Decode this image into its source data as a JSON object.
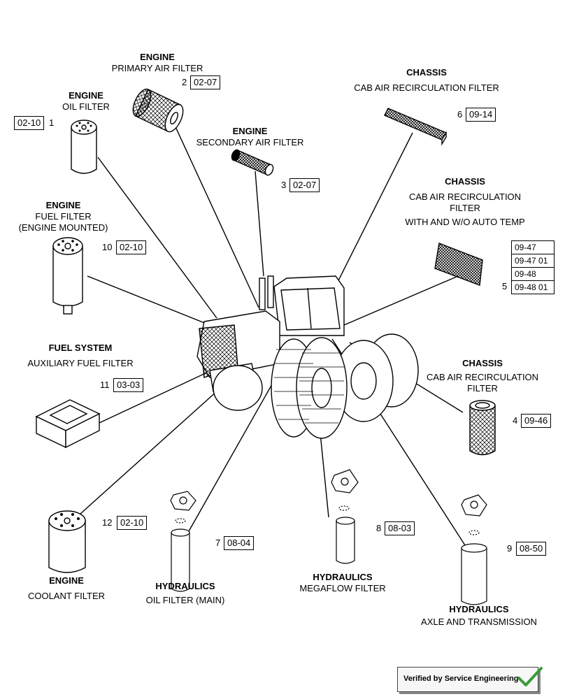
{
  "labels": {
    "engine_oil": {
      "category": "ENGINE",
      "lines": [
        "OIL FILTER"
      ]
    },
    "engine_primary": {
      "category": "ENGINE",
      "lines": [
        "PRIMARY AIR FILTER"
      ]
    },
    "engine_secondary": {
      "category": "ENGINE",
      "lines": [
        "SECONDARY AIR FILTER"
      ]
    },
    "chassis_cab_top": {
      "category": "CHASSIS",
      "lines": [
        "CAB AIR RECIRCULATION FILTER"
      ]
    },
    "chassis_cab_auto": {
      "category": "CHASSIS",
      "lines": [
        "CAB AIR RECIRCULATION",
        "FILTER",
        "WITH AND  W/O AUTO TEMP"
      ]
    },
    "engine_fuel": {
      "category": "ENGINE",
      "lines": [
        "FUEL FILTER",
        "(ENGINE MOUNTED)"
      ]
    },
    "fuel_aux": {
      "category": "FUEL SYSTEM",
      "lines": [
        "AUXILIARY FUEL  FILTER"
      ]
    },
    "chassis_cab_right": {
      "category": "CHASSIS",
      "lines": [
        "CAB AIR RECIRCULATION",
        "FILTER"
      ]
    },
    "engine_coolant": {
      "category": "ENGINE",
      "lines": [
        "COOLANT  FILTER"
      ]
    },
    "hyd_main": {
      "category": "HYDRAULICS",
      "lines": [
        "OIL FILTER (MAIN)"
      ]
    },
    "hyd_megaflow": {
      "category": "HYDRAULICS",
      "lines": [
        "MEGAFLOW FILTER"
      ]
    },
    "hyd_axle": {
      "category": "HYDRAULICS",
      "lines": [
        "AXLE AND TRANSMISSION"
      ]
    }
  },
  "callouts": {
    "c1": {
      "num": "1",
      "ref": "02-10"
    },
    "c2": {
      "num": "2",
      "ref": "02-07"
    },
    "c3": {
      "num": "3",
      "ref": "02-07"
    },
    "c4": {
      "num": "4",
      "ref": "09-46"
    },
    "c5": {
      "num": "5",
      "refs": [
        "09-47",
        "09-47 01",
        "09-48",
        "09-48 01"
      ]
    },
    "c6": {
      "num": "6",
      "ref": "09-14"
    },
    "c7": {
      "num": "7",
      "ref": "08-04"
    },
    "c8": {
      "num": "8",
      "ref": "08-03"
    },
    "c9": {
      "num": "9",
      "ref": "08-50"
    },
    "c10": {
      "num": "10",
      "ref": "02-10"
    },
    "c11": {
      "num": "11",
      "ref": "03-03"
    },
    "c12": {
      "num": "12",
      "ref": "02-10"
    }
  },
  "stamp": {
    "text": "Verified by Service Engineering"
  },
  "colors": {
    "ink": "#000000",
    "stamp_check": "#3a9a3a"
  }
}
